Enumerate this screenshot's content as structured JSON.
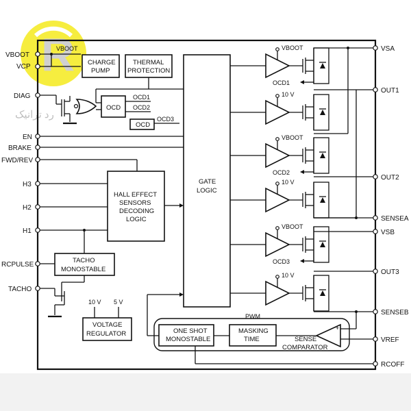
{
  "pins_left": {
    "vboot": "VBOOT",
    "vcp": "VCP",
    "diag": "DIAG",
    "en": "EN",
    "brake": "BRAKE",
    "fwd_rev": "FWD/REV",
    "h3": "H3",
    "h2": "H2",
    "h1": "H1",
    "rcpulse": "RCPULSE",
    "tacho": "TACHO"
  },
  "pins_right": {
    "vsa": "VSA",
    "out1": "OUT1",
    "out2": "OUT2",
    "sensea": "SENSEA",
    "vsb": "VSB",
    "out3": "OUT3",
    "senseb": "SENSEB",
    "vref": "VREF",
    "rcoff": "RCOFF"
  },
  "blocks": {
    "charge_pump_1": "CHARGE",
    "charge_pump_2": "PUMP",
    "thermal_1": "THERMAL",
    "thermal_2": "PROTECTION",
    "ocd_main": "OCD",
    "ocd_small": "OCD",
    "hall_1": "HALL EFFECT",
    "hall_2": "SENSORS",
    "hall_3": "DECODING",
    "hall_4": "LOGIC",
    "gate_1": "GATE",
    "gate_2": "LOGIC",
    "tacho_1": "TACHO",
    "tacho_2": "MONOSTABLE",
    "vreg_1": "VOLTAGE",
    "vreg_2": "REGULATOR",
    "oneshot_1": "ONE SHOT",
    "oneshot_2": "MONOSTABLE",
    "masking_1": "MASKING",
    "masking_2": "TIME",
    "sense_1": "SENSE",
    "sense_2": "COMPARATOR",
    "pwm": "PWM"
  },
  "signals": {
    "ocd1": "OCD1",
    "ocd2": "OCD2",
    "ocd3": "OCD3",
    "vboot_label": "VBOOT",
    "v10": "10 V",
    "v5": "5 V"
  },
  "driver_supplies": [
    "VBOOT",
    "10 V",
    "VBOOT",
    "10 V",
    "VBOOT",
    "10 V"
  ],
  "driver_ocd_labels": [
    "OCD1",
    "OCD2",
    "OCD3"
  ],
  "watermark": {
    "brand": "R",
    "text": "رد ترانیک",
    "color": "#f2e600"
  }
}
